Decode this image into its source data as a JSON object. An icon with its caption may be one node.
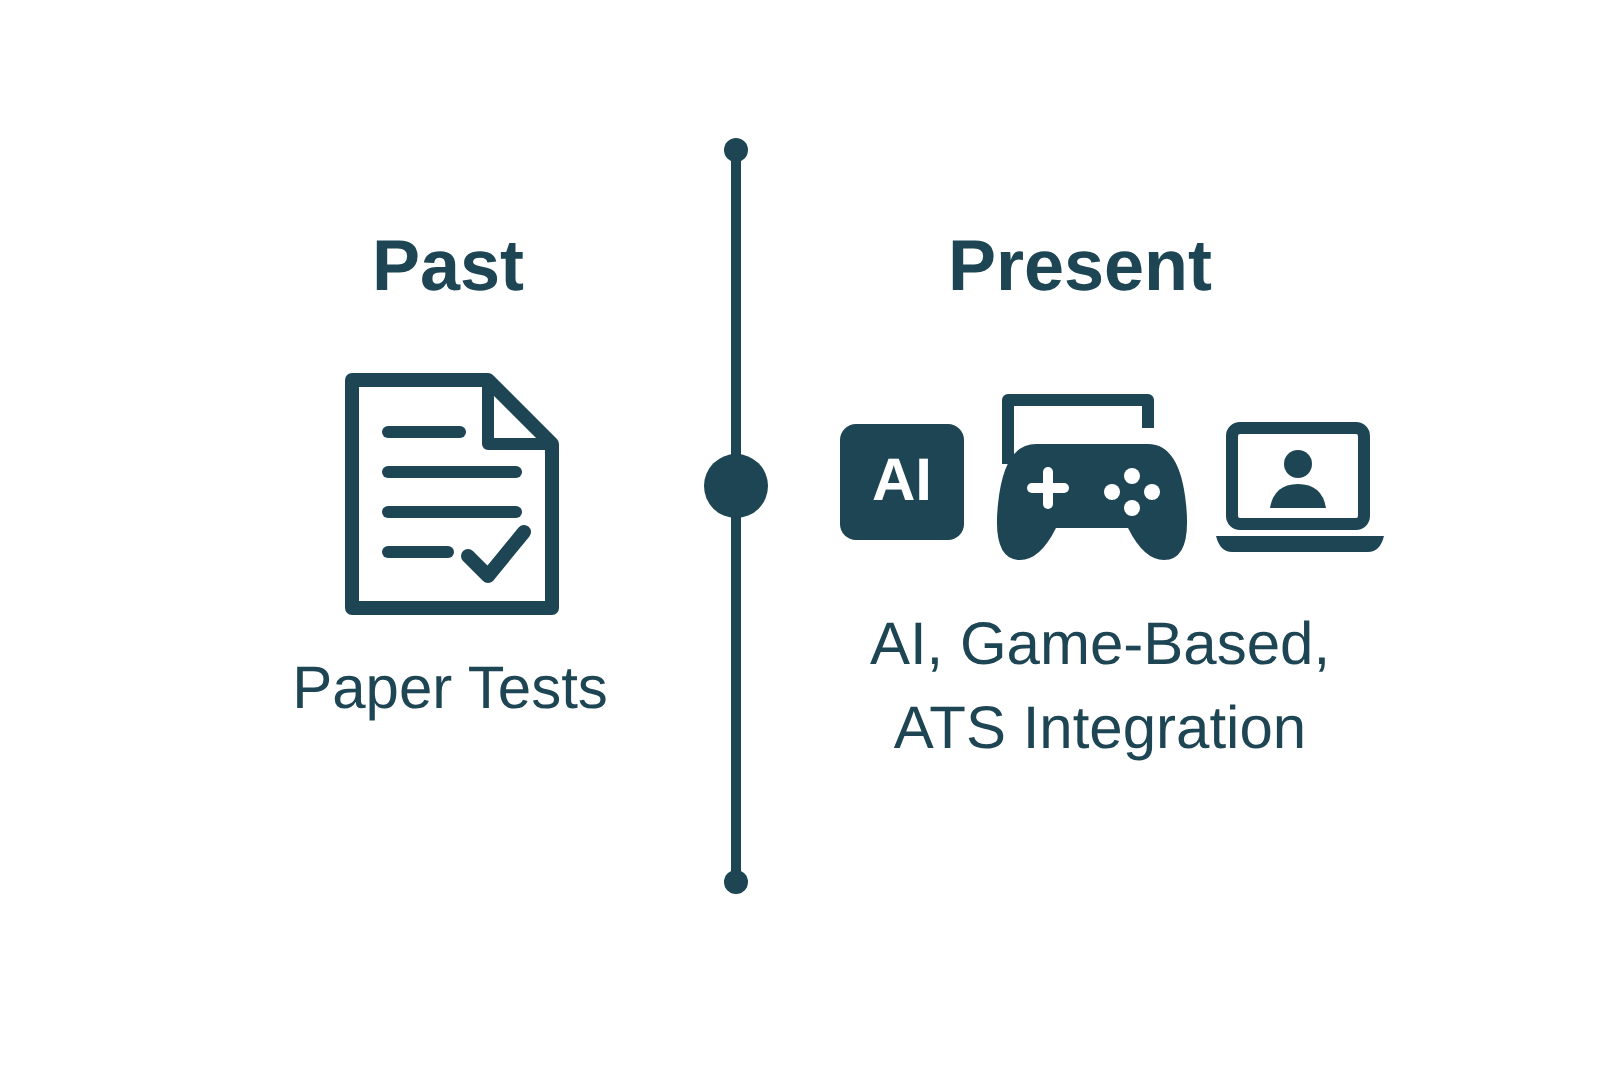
{
  "diagram": {
    "labels": [
      "Past",
      "Present",
      "AI",
      "Paper Tests",
      "AI, Game-Based, ATS Integration"
    ]
  }
}
